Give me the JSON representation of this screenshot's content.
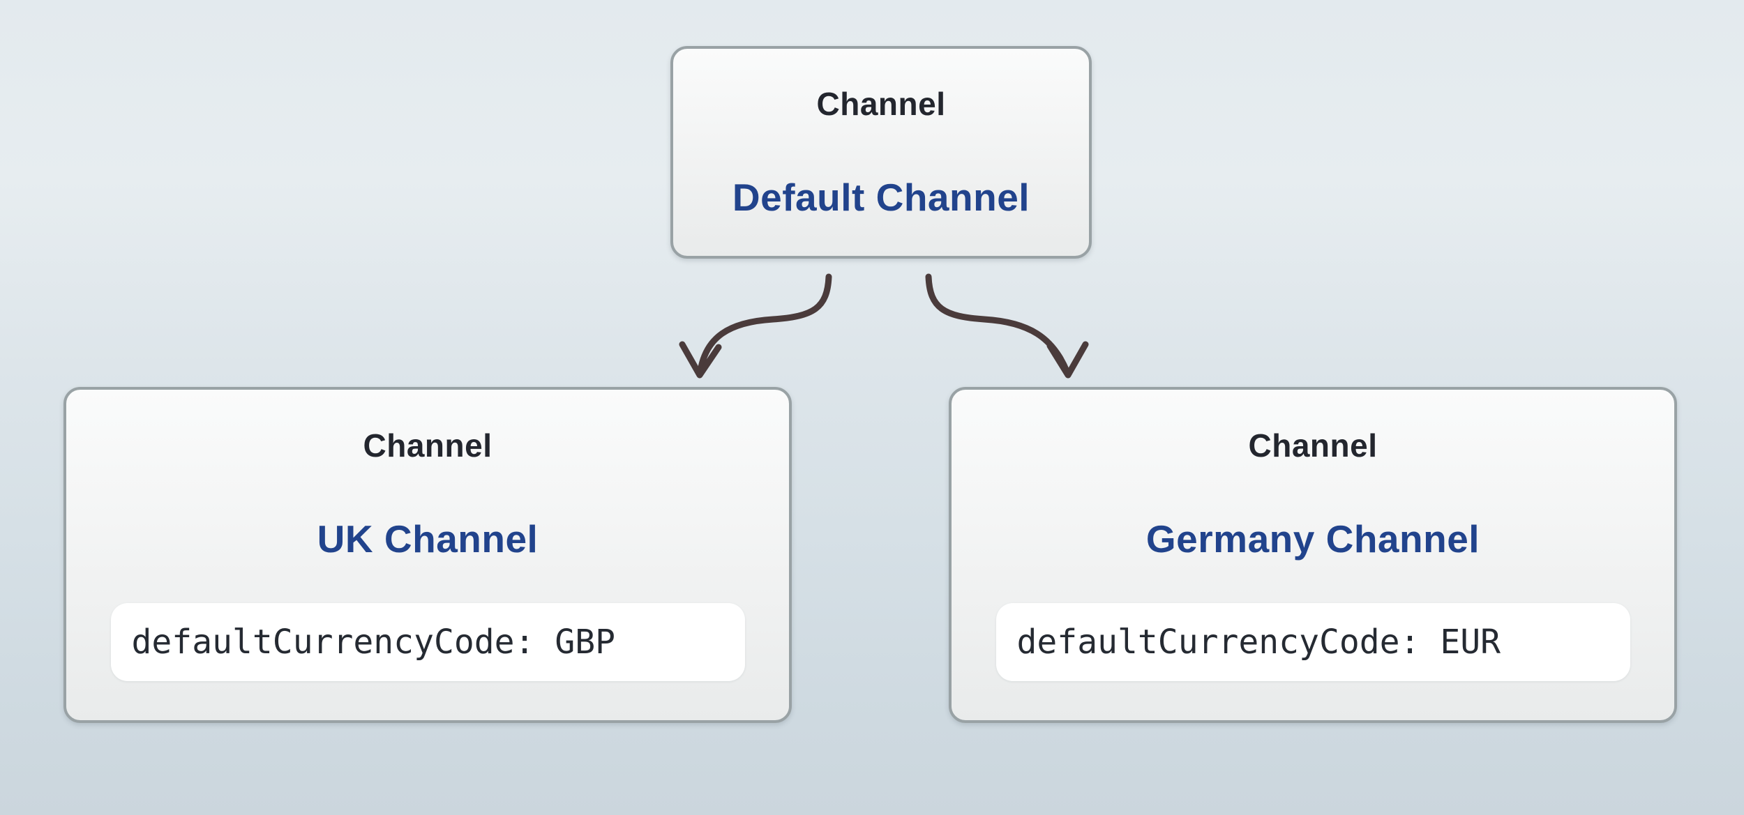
{
  "colors": {
    "arrow": "#4a3b3b",
    "node_border": "#99a2a5",
    "node_title_text": "#23262e",
    "node_name_accent": "#21438c",
    "code_text": "#252a32",
    "pill_background": "#ffffff"
  },
  "nodes": {
    "root": {
      "title": "Channel",
      "name": "Default Channel"
    },
    "uk": {
      "title": "Channel",
      "name": "UK Channel",
      "code": "defaultCurrencyCode: GBP"
    },
    "germany": {
      "title": "Channel",
      "name": "Germany Channel",
      "code": "defaultCurrencyCode: EUR"
    }
  }
}
